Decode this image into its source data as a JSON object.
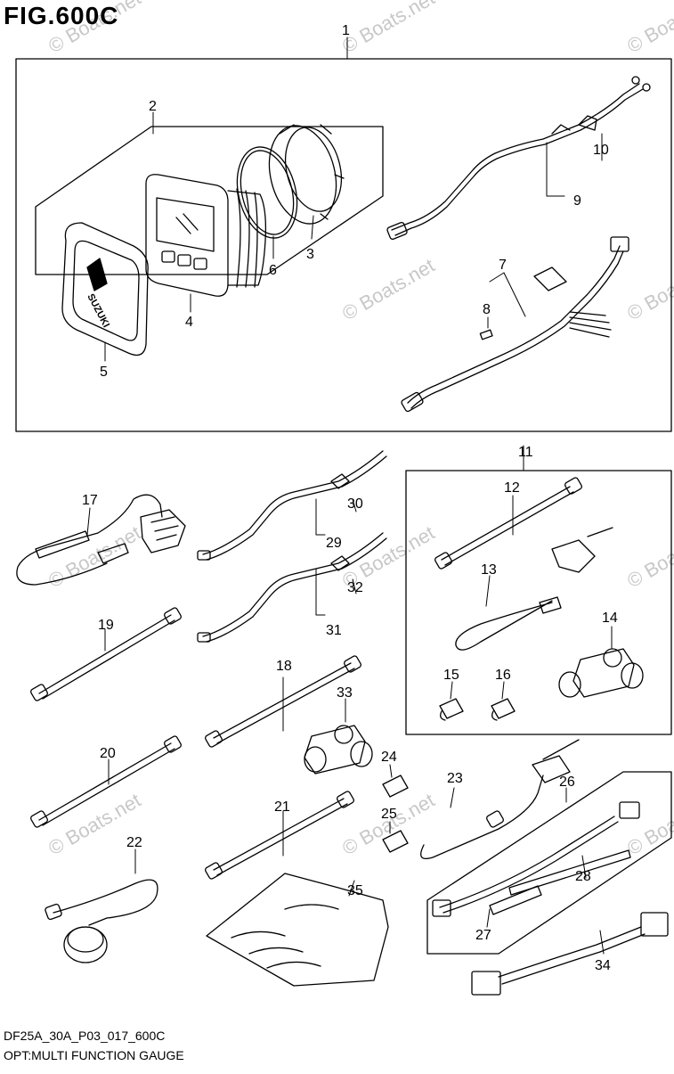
{
  "title": "FIG.600C",
  "diagram_code": "DF25A_30A_P03_017_600C",
  "diagram_name": "OPT:MULTI FUNCTION GAUGE",
  "watermark": "© Boats.net",
  "callouts": [
    "1",
    "2",
    "3",
    "4",
    "5",
    "6",
    "7",
    "8",
    "9",
    "10",
    "11",
    "12",
    "13",
    "14",
    "15",
    "16",
    "17",
    "18",
    "19",
    "20",
    "21",
    "22",
    "23",
    "24",
    "25",
    "26",
    "27",
    "28",
    "29",
    "30",
    "31",
    "32",
    "33",
    "34",
    "35"
  ],
  "gauge_brand": "SUZUKI"
}
